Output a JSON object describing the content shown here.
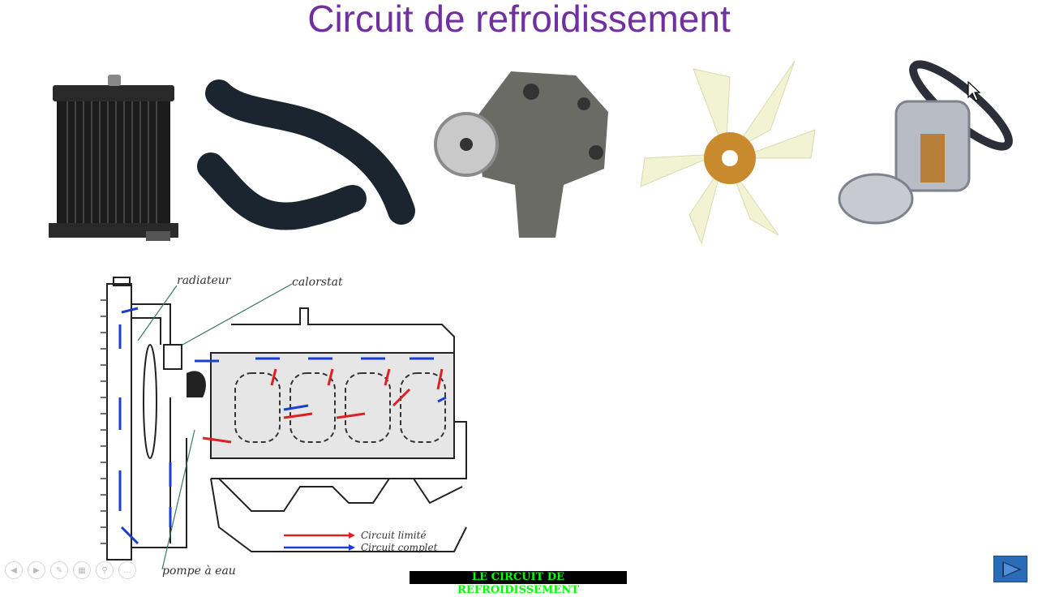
{
  "slide": {
    "title": "Circuit de refroidissement",
    "footer_label": "LE CIRCUIT DE REFROIDISSEMENT"
  },
  "diagram": {
    "label_radiateur": "radiateur",
    "label_calorstat": "calorstat",
    "label_pompe": "pompe à eau",
    "legend_limite": "Circuit limité",
    "legend_complet": "Circuit complet"
  },
  "toolbar": {
    "icons": [
      "prev-icon",
      "next-icon",
      "pen-icon",
      "slides-icon",
      "zoom-icon",
      "more-icon"
    ]
  },
  "colors": {
    "title": "#7030a0",
    "arrow_red": "#e02020",
    "arrow_blue": "#1a3fd0",
    "footer_text": "#00ff00",
    "nav_button": "#2b6cb8"
  }
}
